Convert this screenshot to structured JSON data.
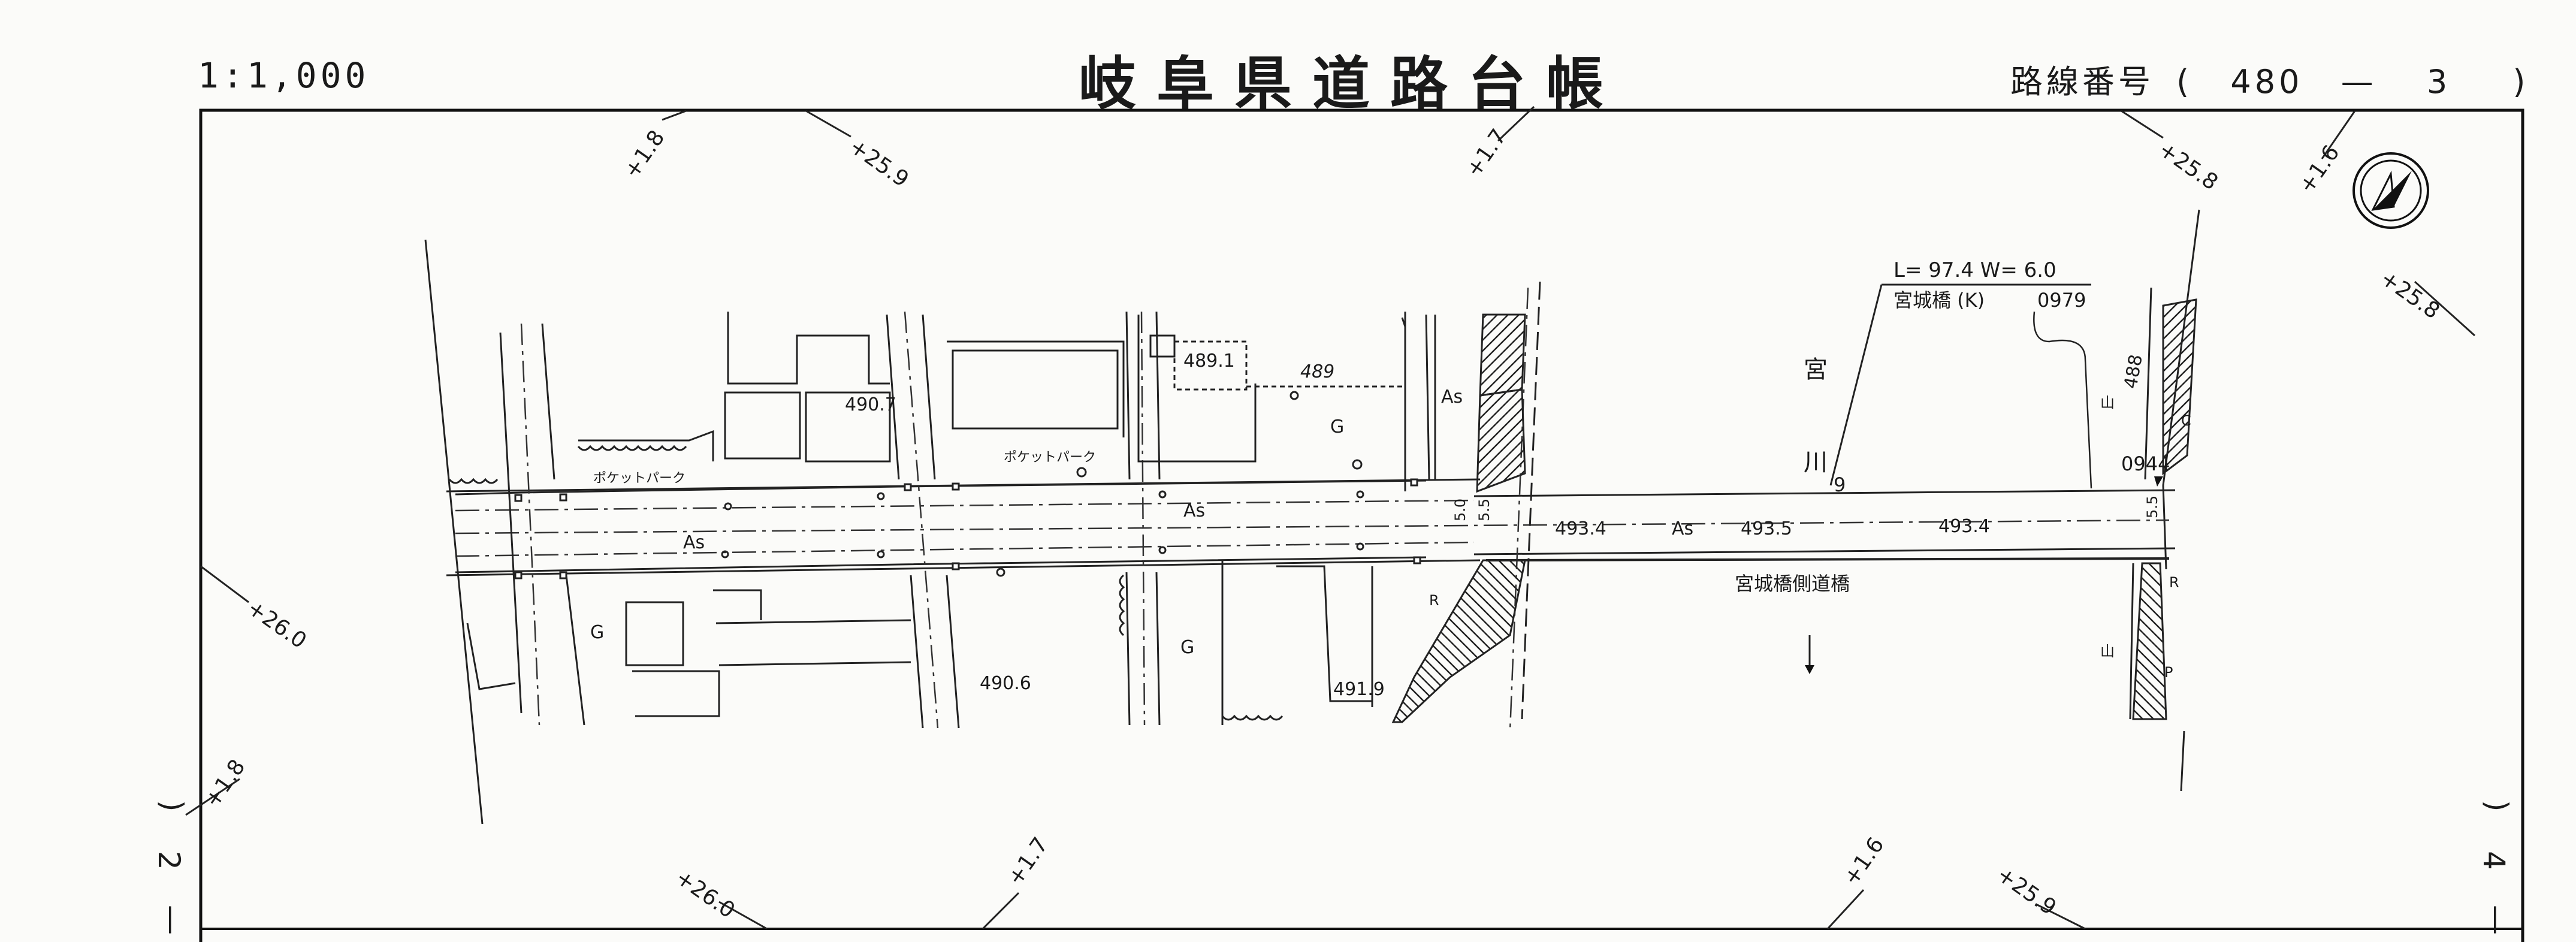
{
  "header": {
    "scale": "1:1,000",
    "title": "岐阜県道路台帳",
    "route_label": "路線番号",
    "route_open": "(",
    "route_main": "480",
    "route_dash": "—",
    "route_sub": "3",
    "route_close": ")"
  },
  "side_pages": {
    "left_open": ")",
    "left_num": "2",
    "left_dash": "—",
    "right_open": ")",
    "right_num": "4",
    "right_dash": "—"
  },
  "grid_ticks": {
    "top_left_1": "+1.8",
    "top_left_2": "+25.9",
    "top_mid": "+1.7",
    "top_right_1": "+25.8",
    "top_right_2": "+1.6",
    "right_edge": "+25.8",
    "left_mid": "+26.0",
    "left_low": "+1.8",
    "bottom_1": "+26.0",
    "bottom_2": "+1.7",
    "bottom_3": "+1.6",
    "bottom_4": "+25.9"
  },
  "bridge": {
    "dims": "L= 97.4   W= 6.0",
    "name": "宮城橋 (K)",
    "code": "0979",
    "side_bridge": "宮城橋側道橋",
    "river_1": "宮",
    "river_2": "川",
    "pier_mark": "9",
    "end_code": "0944"
  },
  "elevations": {
    "e1": "493.4",
    "e2": "493.5",
    "e3": "493.4",
    "e4": "490.7",
    "e5": "489.1",
    "e6": "489",
    "e7": "490.6",
    "e8": "491.9",
    "e9": "488"
  },
  "surfaces": {
    "as1": "As",
    "as2": "As",
    "as3": "As",
    "as4": "As",
    "g1": "G",
    "g2": "G",
    "g3": "G"
  },
  "places": {
    "park1": "ポケットパーク",
    "park2": "ポケットパーク"
  },
  "marks": {
    "w1": "5.0",
    "w2": "5.5",
    "w3": "5.5",
    "r1": "R",
    "r2": "R",
    "p1": "P",
    "c1": "C",
    "yama1": "山",
    "yama2": "山"
  }
}
